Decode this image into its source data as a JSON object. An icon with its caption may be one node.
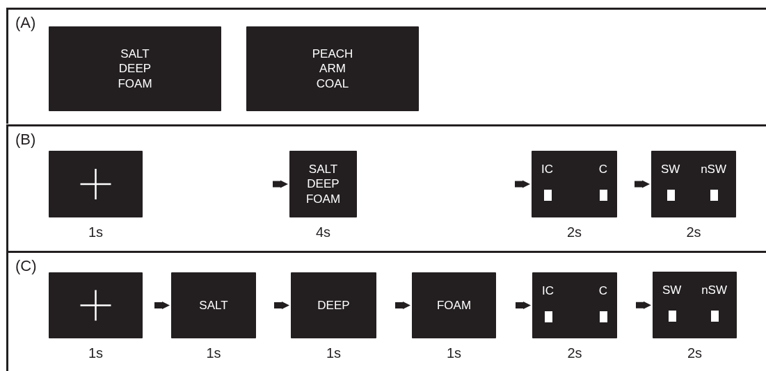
{
  "diagram": {
    "nodes": [
      {
        "text": [
          "(A)"
        ]
      },
      {
        "text": [
          "SALT",
          "DEEP",
          "FOAM"
        ],
        "in": 0
      },
      {
        "text": [
          "PEACH",
          "ARM",
          "COAL"
        ],
        "in": 0
      },
      {
        "text": [
          "(B)"
        ]
      },
      {
        "text": [],
        "shape": "box",
        "in": 3,
        "beside": [
          "1s"
        ]
      },
      {
        "text": [
          "SALT",
          "DEEP",
          "FOAM"
        ],
        "in": 3,
        "beside": [
          "4s"
        ]
      },
      {
        "text": [
          "IC",
          "C"
        ],
        "in": 3,
        "beside": [
          "2s"
        ]
      },
      {
        "text": [
          "SW",
          "nSW"
        ],
        "in": 3,
        "beside": [
          "2s"
        ]
      },
      {
        "text": [
          "(C)"
        ]
      },
      {
        "text": [],
        "shape": "box",
        "in": 8,
        "beside": [
          "1s"
        ]
      },
      {
        "text": [
          "SALT"
        ],
        "in": 8,
        "beside": [
          "1s"
        ]
      },
      {
        "text": [
          "DEEP"
        ],
        "in": 8,
        "beside": [
          "1s"
        ]
      },
      {
        "text": [
          "FOAM"
        ],
        "in": 8,
        "beside": [
          "1s"
        ]
      },
      {
        "text": [
          "IC",
          "C"
        ],
        "in": 8,
        "beside": [
          "2s"
        ]
      },
      {
        "text": [
          "SW",
          "nSW"
        ],
        "in": 8,
        "beside": [
          "2s"
        ]
      }
    ],
    "edges": [
      {
        "from": 4,
        "to": 5,
        "arrow": "to"
      },
      {
        "from": 5,
        "to": 6,
        "arrow": "to"
      },
      {
        "from": 6,
        "to": 7,
        "arrow": "to"
      },
      {
        "from": 9,
        "to": 10,
        "arrow": "to"
      },
      {
        "from": 10,
        "to": 11,
        "arrow": "to"
      },
      {
        "from": 11,
        "to": 12,
        "arrow": "to"
      },
      {
        "from": 12,
        "to": 13,
        "arrow": "to"
      },
      {
        "from": 13,
        "to": 14,
        "arrow": "to"
      }
    ]
  }
}
